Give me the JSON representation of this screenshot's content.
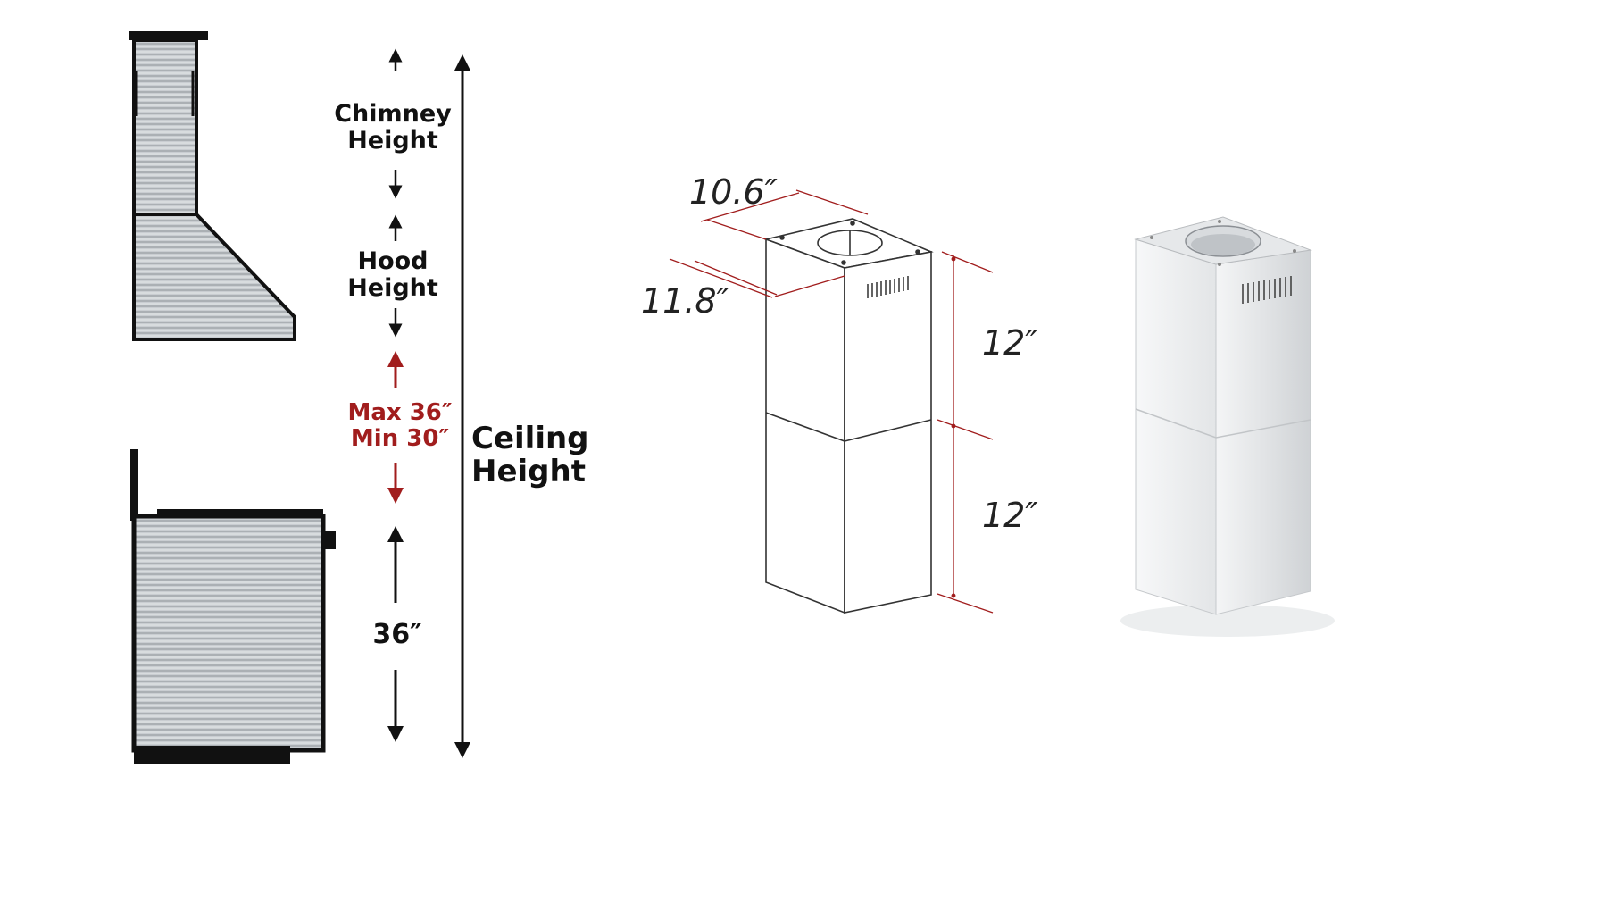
{
  "labels": {
    "chimney_line1": "Chimney",
    "chimney_line2": "Height",
    "hood_line1": "Hood",
    "hood_line2": "Height",
    "max": "Max 36″",
    "min": "Min 30″",
    "ceiling_line1": "Ceiling",
    "ceiling_line2": "Height",
    "counter": "36″"
  },
  "dimensions": {
    "width": "10.6″",
    "depth": "11.8″",
    "upper_section": "12″",
    "lower_section": "12″"
  },
  "colors": {
    "accent_red": "#a11d1d",
    "steel_light": "#d9dcdf",
    "steel_dark": "#6b6f74",
    "outline": "#111111"
  }
}
